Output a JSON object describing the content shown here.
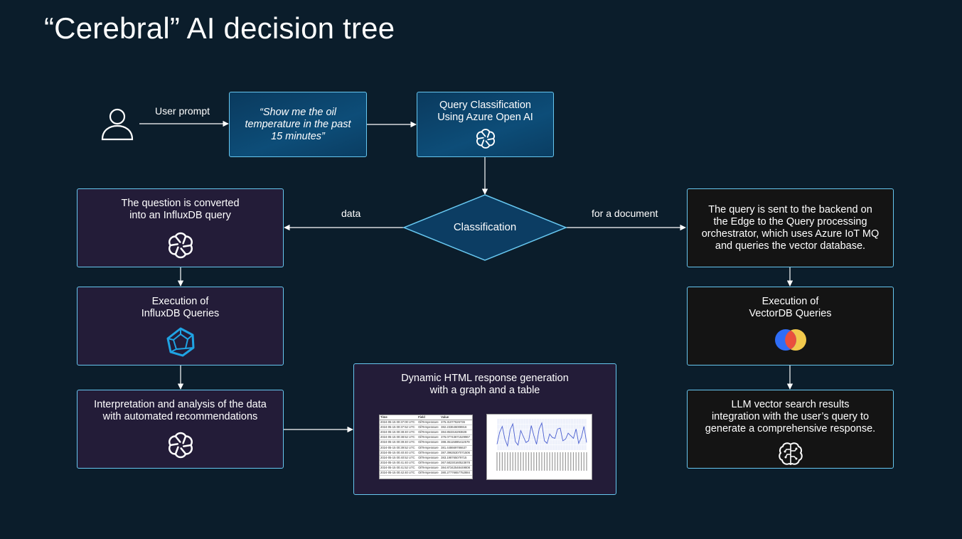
{
  "title": "“Cerebral” AI decision tree",
  "labels": {
    "user_prompt": "User prompt",
    "data": "data",
    "for_document": "for a document"
  },
  "nodes": {
    "prompt": "“Show me the oil\ntemperature in the past\n15 minutes”",
    "classify_query": "Query Classification\nUsing Azure Open AI",
    "classification": "Classification",
    "convert": "The question is converted\ninto an InfluxDB query",
    "exec_influx": "Execution of\nInfluxDB Queries",
    "interpret": "Interpretation and analysis of the data\nwith automated recommendations",
    "html_gen": "Dynamic HTML response generation\nwith a graph and a table",
    "backend": "The query is sent to the backend on\nthe Edge to the Query processing\norchestrator, which uses Azure IoT MQ\nand queries the vector database.",
    "exec_vector": "Execution of\nVectorDB Queries",
    "llm": "LLM vector search results\nintegration with the user’s query to\ngenerate a comprehensive response."
  },
  "icons": {
    "user": "user-icon",
    "openai": "openai-icon",
    "influxdb": "influxdb-icon",
    "vectordb": "vectordb-icon",
    "brain": "brain-icon"
  },
  "colors": {
    "background": "#0b1d2b",
    "border": "#67c7f0",
    "diamond": "#0c3d63",
    "purple_box": "#231c38",
    "dark_box": "#141414"
  },
  "preview_table": {
    "headers": [
      "Time",
      "Field",
      "Value"
    ],
    "rows": [
      [
        "2024-05-15 00:37:00 UTC",
        "OilTemperature",
        "375.31077626736"
      ],
      [
        "2024-05-15 00:37:52 UTC",
        "OilTemperature",
        "382.233646008916"
      ],
      [
        "2024-05-15 00:38:40 UTC",
        "OilTemperature",
        "384.853316293828"
      ],
      [
        "2024-05-15 00:38:52 UTC",
        "OilTemperature",
        "376.07743671529967"
      ],
      [
        "2024-05-15 00:39:40 UTC",
        "OilTemperature",
        "388.35115885412579"
      ],
      [
        "2024-05-15 00:39:52 UTC",
        "OilTemperature",
        "381.448669786637"
      ],
      [
        "2024-05-15 00:40:40 UTC",
        "OilTemperature",
        "387.39635307071506"
      ],
      [
        "2024-05-15 00:40:52 UTC",
        "OilTemperature",
        "383.198765079715"
      ],
      [
        "2024-05-15 00:41:40 UTC",
        "OilTemperature",
        "367.58230160523878"
      ],
      [
        "2024-05-15 00:41:52 UTC",
        "OilTemperature",
        "384.87342548449808"
      ],
      [
        "2024-05-15 00:42:40 UTC",
        "OilTemperature",
        "380.27776657752884"
      ]
    ]
  },
  "preview_chart": {
    "series_values": [
      362,
      376,
      383,
      368,
      360,
      379,
      386,
      365,
      361,
      378,
      371,
      364,
      366,
      384,
      372,
      362,
      380,
      387,
      366,
      363,
      374,
      370,
      369,
      380,
      381,
      366,
      368,
      375,
      372,
      369,
      380,
      363,
      370,
      383,
      364
    ],
    "ylim": [
      355,
      392
    ]
  }
}
